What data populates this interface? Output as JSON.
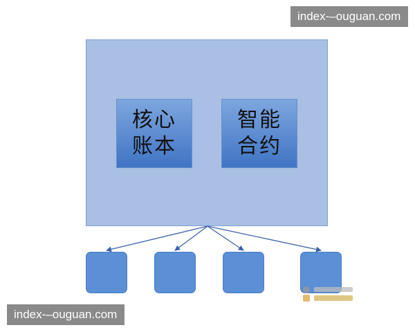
{
  "watermarks": {
    "top": "index-–ouguan.com",
    "bottom": "index-–ouguan.com"
  },
  "diagram": {
    "modules": [
      {
        "label": "核心账本"
      },
      {
        "label": "智能合约"
      }
    ],
    "node_count": 4,
    "colors": {
      "container_fill": "#a9bfe3",
      "module_fill": "#4f80cc",
      "node_fill": "#5b8fd6",
      "arrow": "#3b62a8"
    }
  }
}
